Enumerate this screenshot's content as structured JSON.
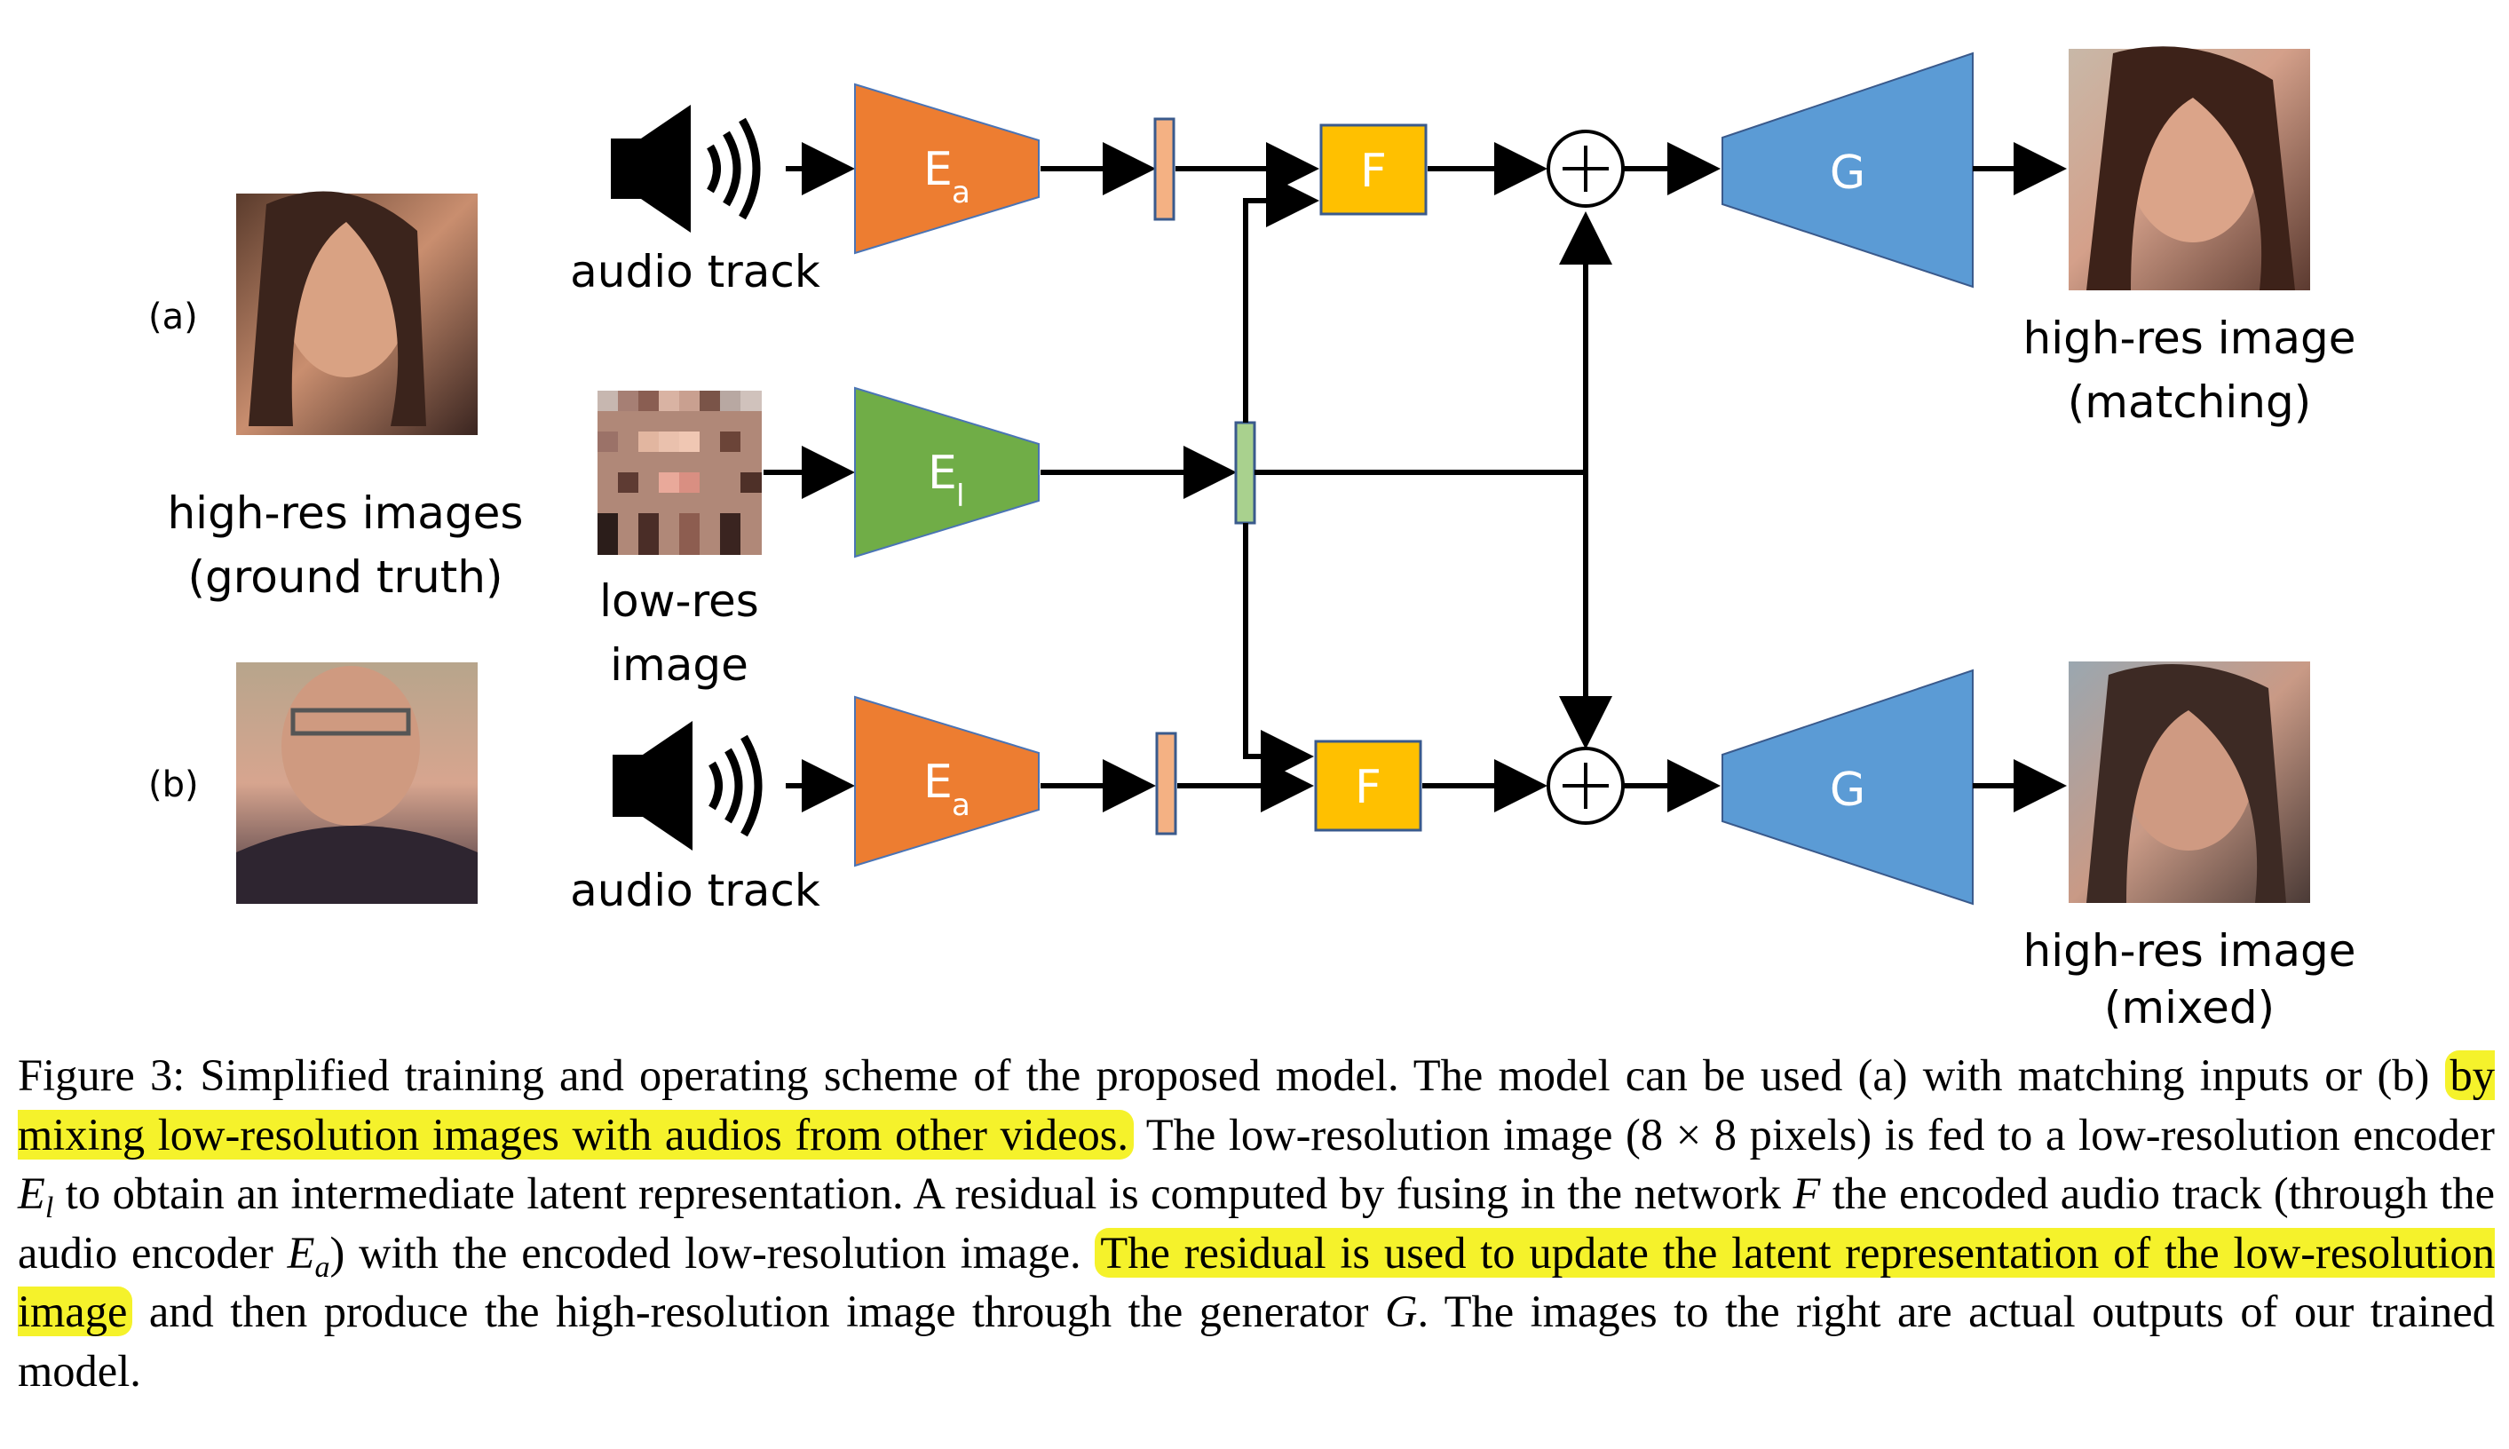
{
  "figure": {
    "row_labels": [
      "(a)",
      "(b)"
    ],
    "gt_label": [
      "high-res images",
      "(ground truth)"
    ],
    "audio_label": "audio track",
    "lowres_label": [
      "low-res",
      "image"
    ],
    "out_a_label": [
      "high-res image",
      "(matching)"
    ],
    "out_b_label": [
      "high-res image",
      "(mixed)"
    ],
    "encoder_audio": {
      "main": "E",
      "sub": "a"
    },
    "encoder_lowres": {
      "main": "E",
      "sub": "l"
    },
    "fusion": "F",
    "generator": "G",
    "plus": "+",
    "colors": {
      "audio_encoder": "#ed7d31",
      "lowres_encoder": "#70ad47",
      "fusion": "#ffc000",
      "generator": "#5b9bd5",
      "audio_latent": "#f4b183",
      "lowres_latent": "#a9d18e"
    }
  },
  "caption": {
    "prefix": "Figure 3: Simplified training and operating scheme of the proposed model. The model can be used (a) with matching inputs or (b) ",
    "highlight1": "by mixing low-resolution images with audios from other videos.",
    "t1": " The low-resolution image (8 × 8 pixels) is fed to a low-resolution encoder ",
    "el_main": "E",
    "el_sub": "l",
    "t2": " to obtain an intermediate latent representation. A residual is computed by fusing in the network ",
    "f": "F",
    "t3": " the encoded audio track (through the audio encoder ",
    "ea_main": "E",
    "ea_sub": "a",
    "t4": ") with the encoded low-resolution image. ",
    "highlight2": "The residual is used to update the latent representation of the low-resolution image",
    "t5": " and then produce the high-resolution image through the generator ",
    "g": "G",
    "t6": ". The images to the right are actual outputs of our trained model."
  }
}
